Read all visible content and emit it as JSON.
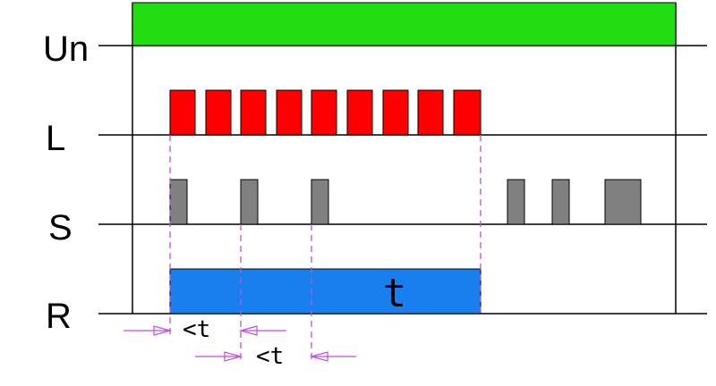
{
  "rows": [
    {
      "id": "un",
      "label": "Un"
    },
    {
      "id": "l",
      "label": "L"
    },
    {
      "id": "s",
      "label": "S"
    },
    {
      "id": "r",
      "label": "R"
    }
  ],
  "relay_label": "t",
  "annotations": [
    "<t",
    "<t"
  ],
  "colors": {
    "un": "#22dd11",
    "l": "#ff0000",
    "s": "#808080",
    "r": "#1a7fee",
    "guide": "#c04fe0",
    "line": "#000000"
  }
}
